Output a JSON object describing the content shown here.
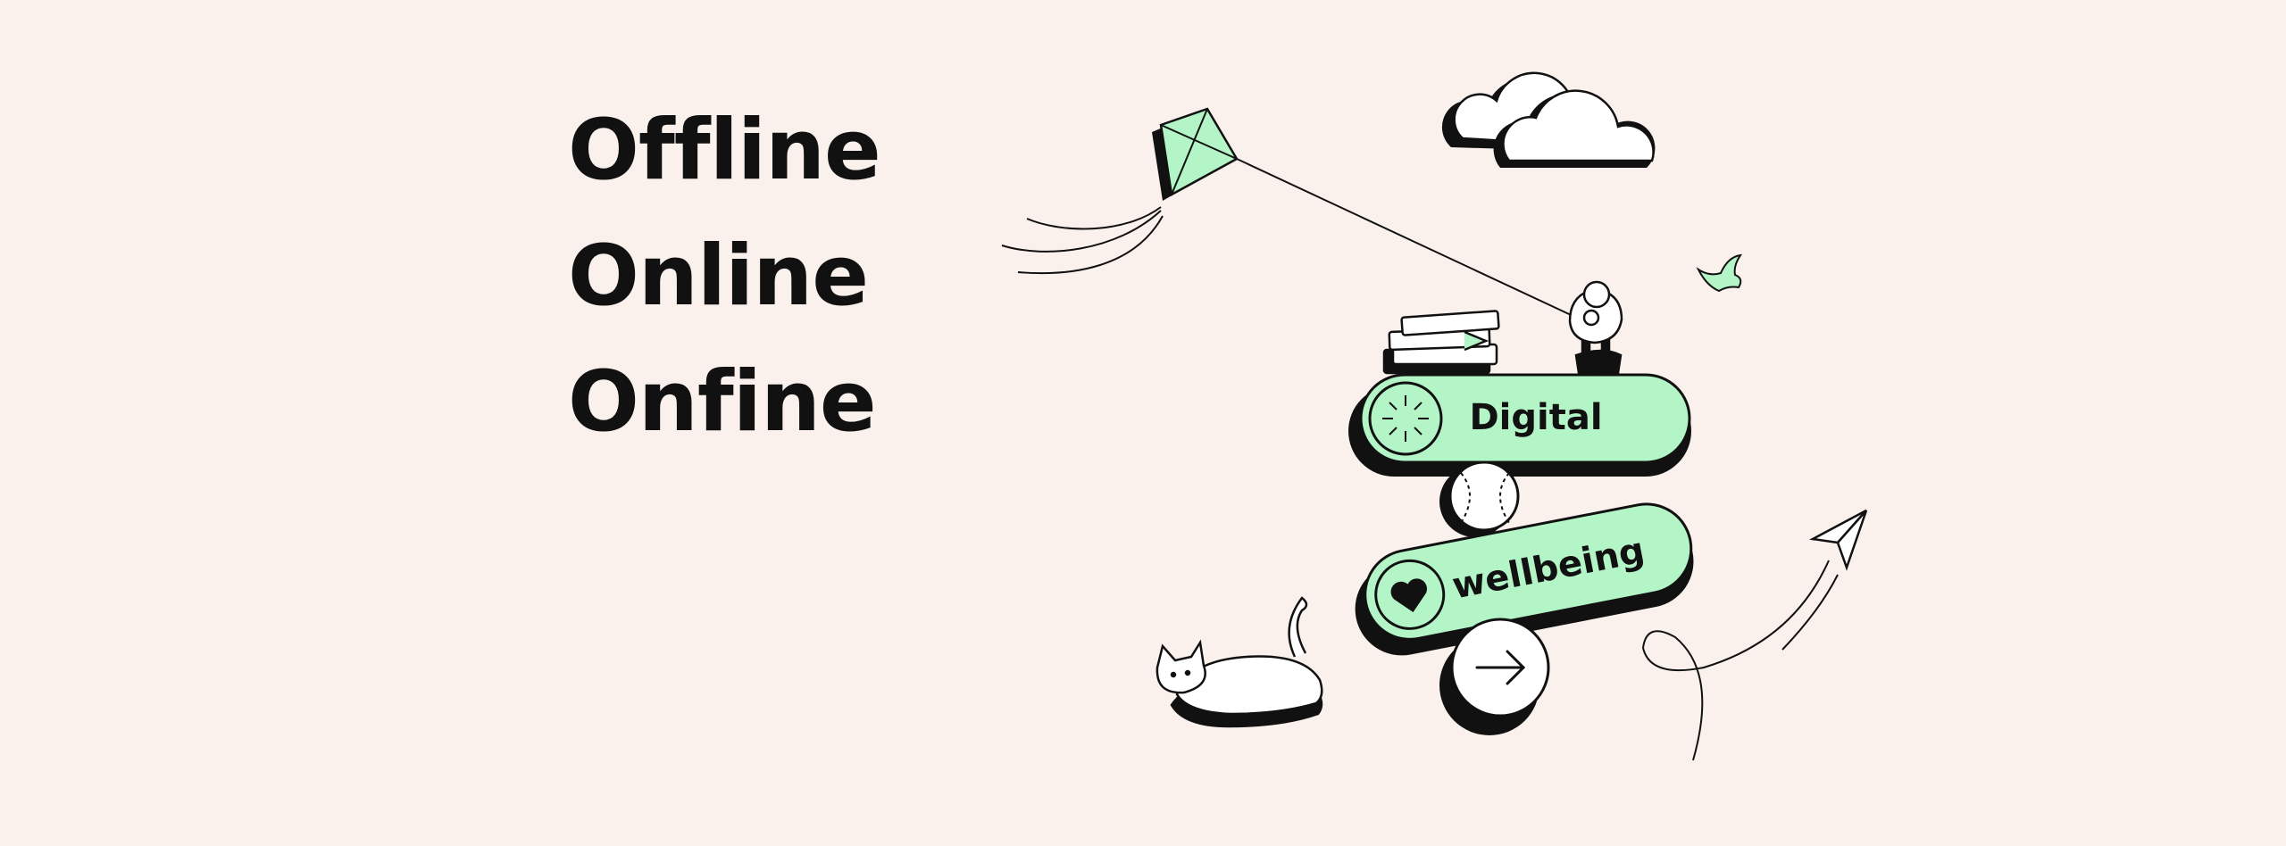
{
  "headline": {
    "lines": [
      "Offline",
      "Online",
      "Onfine"
    ]
  },
  "illustration": {
    "pill_top_label": "Digital",
    "pill_bottom_label": "wellbeing",
    "accent_color": "#b3f5c6",
    "ink_color": "#111111",
    "background_color": "#faf1ec",
    "icons": [
      "kite-icon",
      "cloud-icon",
      "bird-icon",
      "books-icon",
      "person-icon",
      "sun-icon",
      "baseball-icon",
      "heart-icon",
      "arrow-right-icon",
      "cat-icon",
      "paper-plane-icon"
    ]
  }
}
